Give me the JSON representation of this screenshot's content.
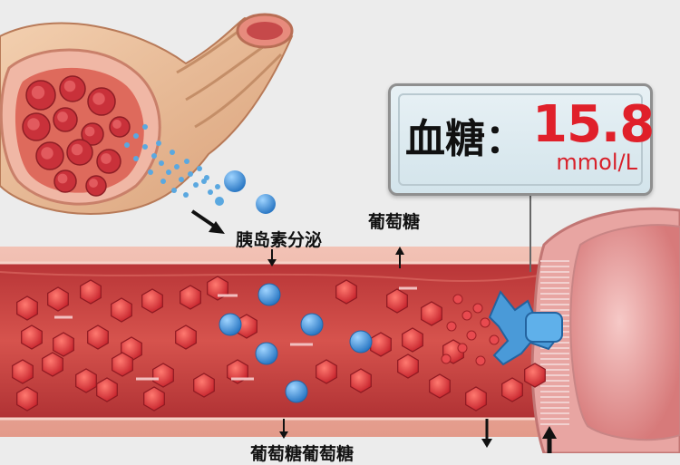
{
  "readout": {
    "label": "血糖：",
    "value": "15.8",
    "unit": "mmol/L"
  },
  "labels": {
    "insulin_secretion": "胰岛素分泌",
    "glucose": "葡萄糖",
    "bottom_partial": "葡萄糖葡萄糖"
  },
  "colors": {
    "vessel_wall": "#e9a89a",
    "vessel_lumen": "#c9403f",
    "glucose_cell": "#e0343a",
    "insulin_dot": "#3a8fd6",
    "receptor": "#4a9ad8",
    "readout_value": "#e0202a"
  }
}
